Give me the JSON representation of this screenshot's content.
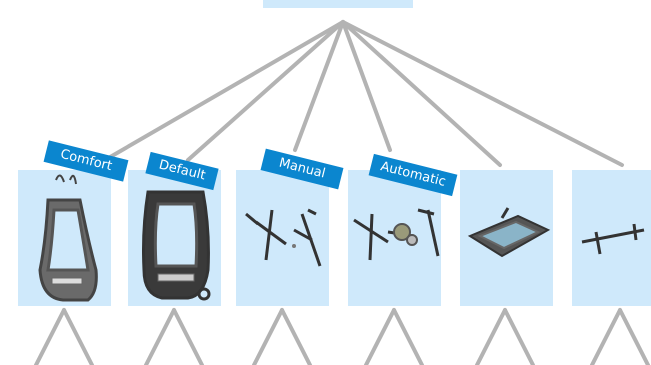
{
  "diagram": {
    "line_color": "#b3b3b3",
    "box_color": "#cfe9fb",
    "tag_color": "#0b86cf",
    "cards": [
      {
        "label": "Comfort",
        "icon": "comfort-seat-frame-icon"
      },
      {
        "label": "Default",
        "icon": "default-seat-frame-icon"
      },
      {
        "label": "Manual",
        "icon": "manual-adjuster-rails-icon"
      },
      {
        "label": "Automatic",
        "icon": "automatic-adjuster-motor-icon"
      },
      {
        "label": "",
        "icon": "seat-cushion-pan-icon"
      },
      {
        "label": "",
        "icon": "seat-rail-bar-icon"
      }
    ]
  }
}
